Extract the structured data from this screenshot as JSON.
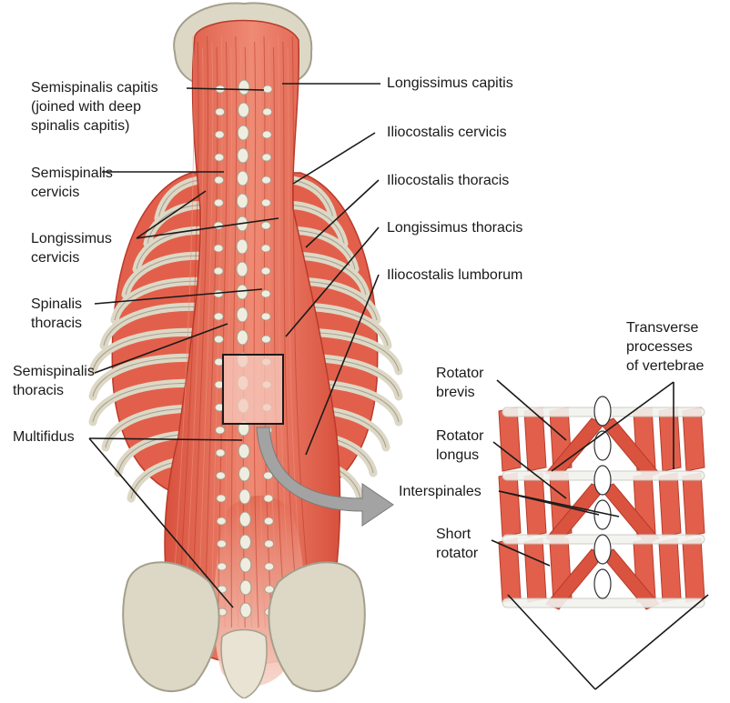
{
  "labels": {
    "semispinalis_capitis": "Semispinalis capitis\n(joined with deep\nspinalis capitis)",
    "longissimus_capitis": "Longissimus capitis",
    "iliocostalis_cervicis": "Iliocostalis cervicis",
    "semispinalis_cervicis": "Semispinalis\ncervicis",
    "iliocostalis_thoracis": "Iliocostalis thoracis",
    "longissimus_cervicis": "Longissimus\ncervicis",
    "longissimus_thoracis": "Longissimus thoracis",
    "iliocostalis_lumborum": "Iliocostalis lumborum",
    "spinalis_thoracis": "Spinalis\nthoracis",
    "semispinalis_thoracis": "Semispinalis\nthoracis",
    "multifidus": "Multifidus",
    "transverse_processes": "Transverse\nprocesses\nof vertebrae",
    "rotator_brevis": "Rotator\nbrevis",
    "rotator_longus": "Rotator\nlongus",
    "interspinales": "Interspinales",
    "short_rotator": "Short\nrotator"
  },
  "colors": {
    "muscle": "#e2604b",
    "muscle_dark": "#b93a2a",
    "muscle_light": "#f0907c",
    "bone": "#ddd8c6",
    "bone_edge": "#a49f8c",
    "arrow": "#9a9a9a",
    "line": "#1a1a1a"
  }
}
